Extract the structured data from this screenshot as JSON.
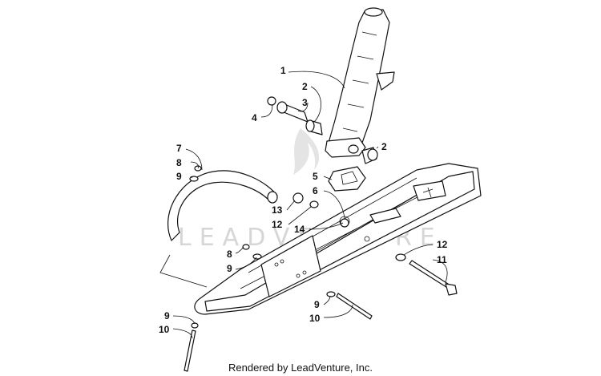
{
  "watermark": {
    "text": "LEADVENTURE",
    "color": "#d0d0d0"
  },
  "footer": {
    "text": "Rendered by LeadVenture, Inc."
  },
  "callouts": [
    {
      "id": "c1",
      "label": "1"
    },
    {
      "id": "c2a",
      "label": "2"
    },
    {
      "id": "c3",
      "label": "3"
    },
    {
      "id": "c4",
      "label": "4"
    },
    {
      "id": "c2b",
      "label": "2"
    },
    {
      "id": "c7",
      "label": "7"
    },
    {
      "id": "c8a",
      "label": "8"
    },
    {
      "id": "c9a",
      "label": "9"
    },
    {
      "id": "c5",
      "label": "5"
    },
    {
      "id": "c6",
      "label": "6"
    },
    {
      "id": "c13",
      "label": "13"
    },
    {
      "id": "c12a",
      "label": "12"
    },
    {
      "id": "c14",
      "label": "14"
    },
    {
      "id": "c8b",
      "label": "8"
    },
    {
      "id": "c9b",
      "label": "9"
    },
    {
      "id": "c12b",
      "label": "12"
    },
    {
      "id": "c11",
      "label": "11"
    },
    {
      "id": "c9c",
      "label": "9"
    },
    {
      "id": "c10a",
      "label": "10"
    },
    {
      "id": "c9d",
      "label": "9"
    },
    {
      "id": "c10b",
      "label": "10"
    }
  ]
}
